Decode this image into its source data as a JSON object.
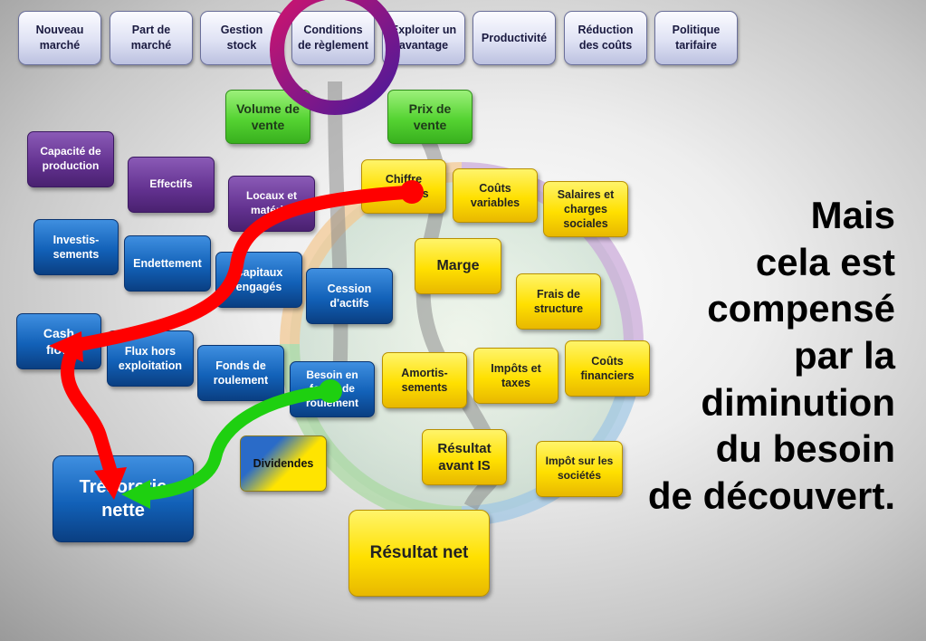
{
  "tabs": [
    {
      "key": "nouveau",
      "label": "Nouveau\nmarché"
    },
    {
      "key": "part",
      "label": "Part de\nmarché"
    },
    {
      "key": "gestion",
      "label": "Gestion\nstock"
    },
    {
      "key": "conditions",
      "label": "Conditions\nde règlement"
    },
    {
      "key": "exploiter",
      "label": "Exploiter un\navantage"
    },
    {
      "key": "productivite",
      "label": "Productivité"
    },
    {
      "key": "reduction",
      "label": "Réduction\ndes coûts"
    },
    {
      "key": "politique",
      "label": "Politique\ntarifaire"
    }
  ],
  "boxes": {
    "volume_vente": "Volume de\nvente",
    "prix_vente": "Prix de\nvente",
    "capacite": "Capacité de\nproduction",
    "effectifs": "Effectifs",
    "locaux": "Locaux et\nmatériel",
    "chiffre": "Chiffre\nd'affaires",
    "couts_variables": "Coûts\nvariables",
    "salaires": "Salaires et\ncharges\nsociales",
    "investissements": "Investis-\nsements",
    "endettement": "Endettement",
    "capitaux": "Capitaux\nengagés",
    "cession": "Cession\nd'actifs",
    "marge": "Marge",
    "frais_structure": "Frais de\nstructure",
    "cash_flow": "Cash\nflow",
    "flux_hors": "Flux  hors\nexploitation",
    "fonds_roulement": "Fonds de\nroulement",
    "besoin_fr": "Besoin en\nfonds de\nroulement",
    "amortissements": "Amortis-\nsements",
    "impots_taxes": "Impôts et\ntaxes",
    "couts_financiers": "Coûts\nfinanciers",
    "tresorerie": "Trésorerie\nnette",
    "dividendes": "Dividendes",
    "resultat_avant_is": "Résultat\navant IS",
    "impot_societes": "Impôt sur les\nsociétés",
    "resultat_net": "Résultat net"
  },
  "side_text": "Mais\ncela est\ncompensé\npar la\ndiminution\ndu besoin\nde découvert.",
  "colors": {
    "highlight_ring_start": "#d0146e",
    "highlight_ring_end": "#4a1a9a",
    "arrow_red": "#ff0000",
    "arrow_green": "#1ed010"
  },
  "icons": [
    "highlight-ring-icon",
    "red-flow-arrow-icon",
    "green-flow-arrow-icon",
    "cycle-wheel-icon"
  ]
}
